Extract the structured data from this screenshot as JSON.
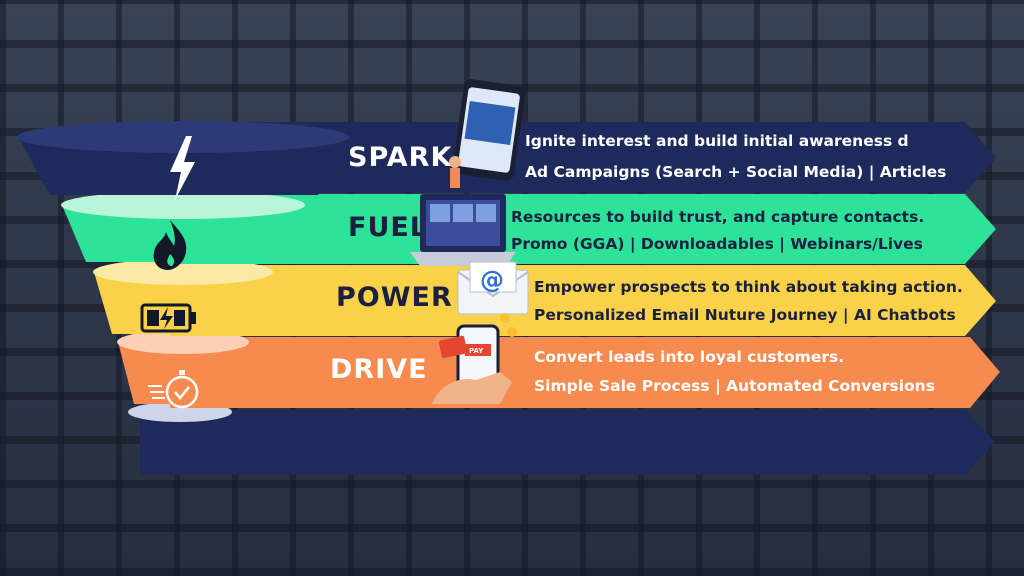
{
  "stages": [
    {
      "title": "SPARK",
      "line1": "Ignite interest and build initial awareness d",
      "line2": "Ad Campaigns (Search + Social Media) | Articles",
      "color": "#1f2a5c",
      "text_color": "#ffffff",
      "icon": "lightning-bolt-icon"
    },
    {
      "title": "FUEL",
      "line1": "Resources to build trust, and capture contacts.",
      "line2": "Promo (GGA) | Downloadables | Webinars/Lives",
      "color": "#2de39a",
      "text_color": "#1b2040",
      "icon": "flame-icon"
    },
    {
      "title": "POWER",
      "line1": "Empower prospects to think  about taking action.",
      "line2": "Personalized Email Nuture Journey | AI Chatbots",
      "color": "#f9d24a",
      "text_color": "#1b2040",
      "icon": "battery-charging-icon"
    },
    {
      "title": "DRIVE",
      "line1": "Convert leads into loyal customers.",
      "line2": "Simple Sale Process | Automated Conversions",
      "color": "#f78a4f",
      "text_color": "#ffffff",
      "icon": "stopwatch-check-icon"
    }
  ],
  "phone_badge": "PAY"
}
